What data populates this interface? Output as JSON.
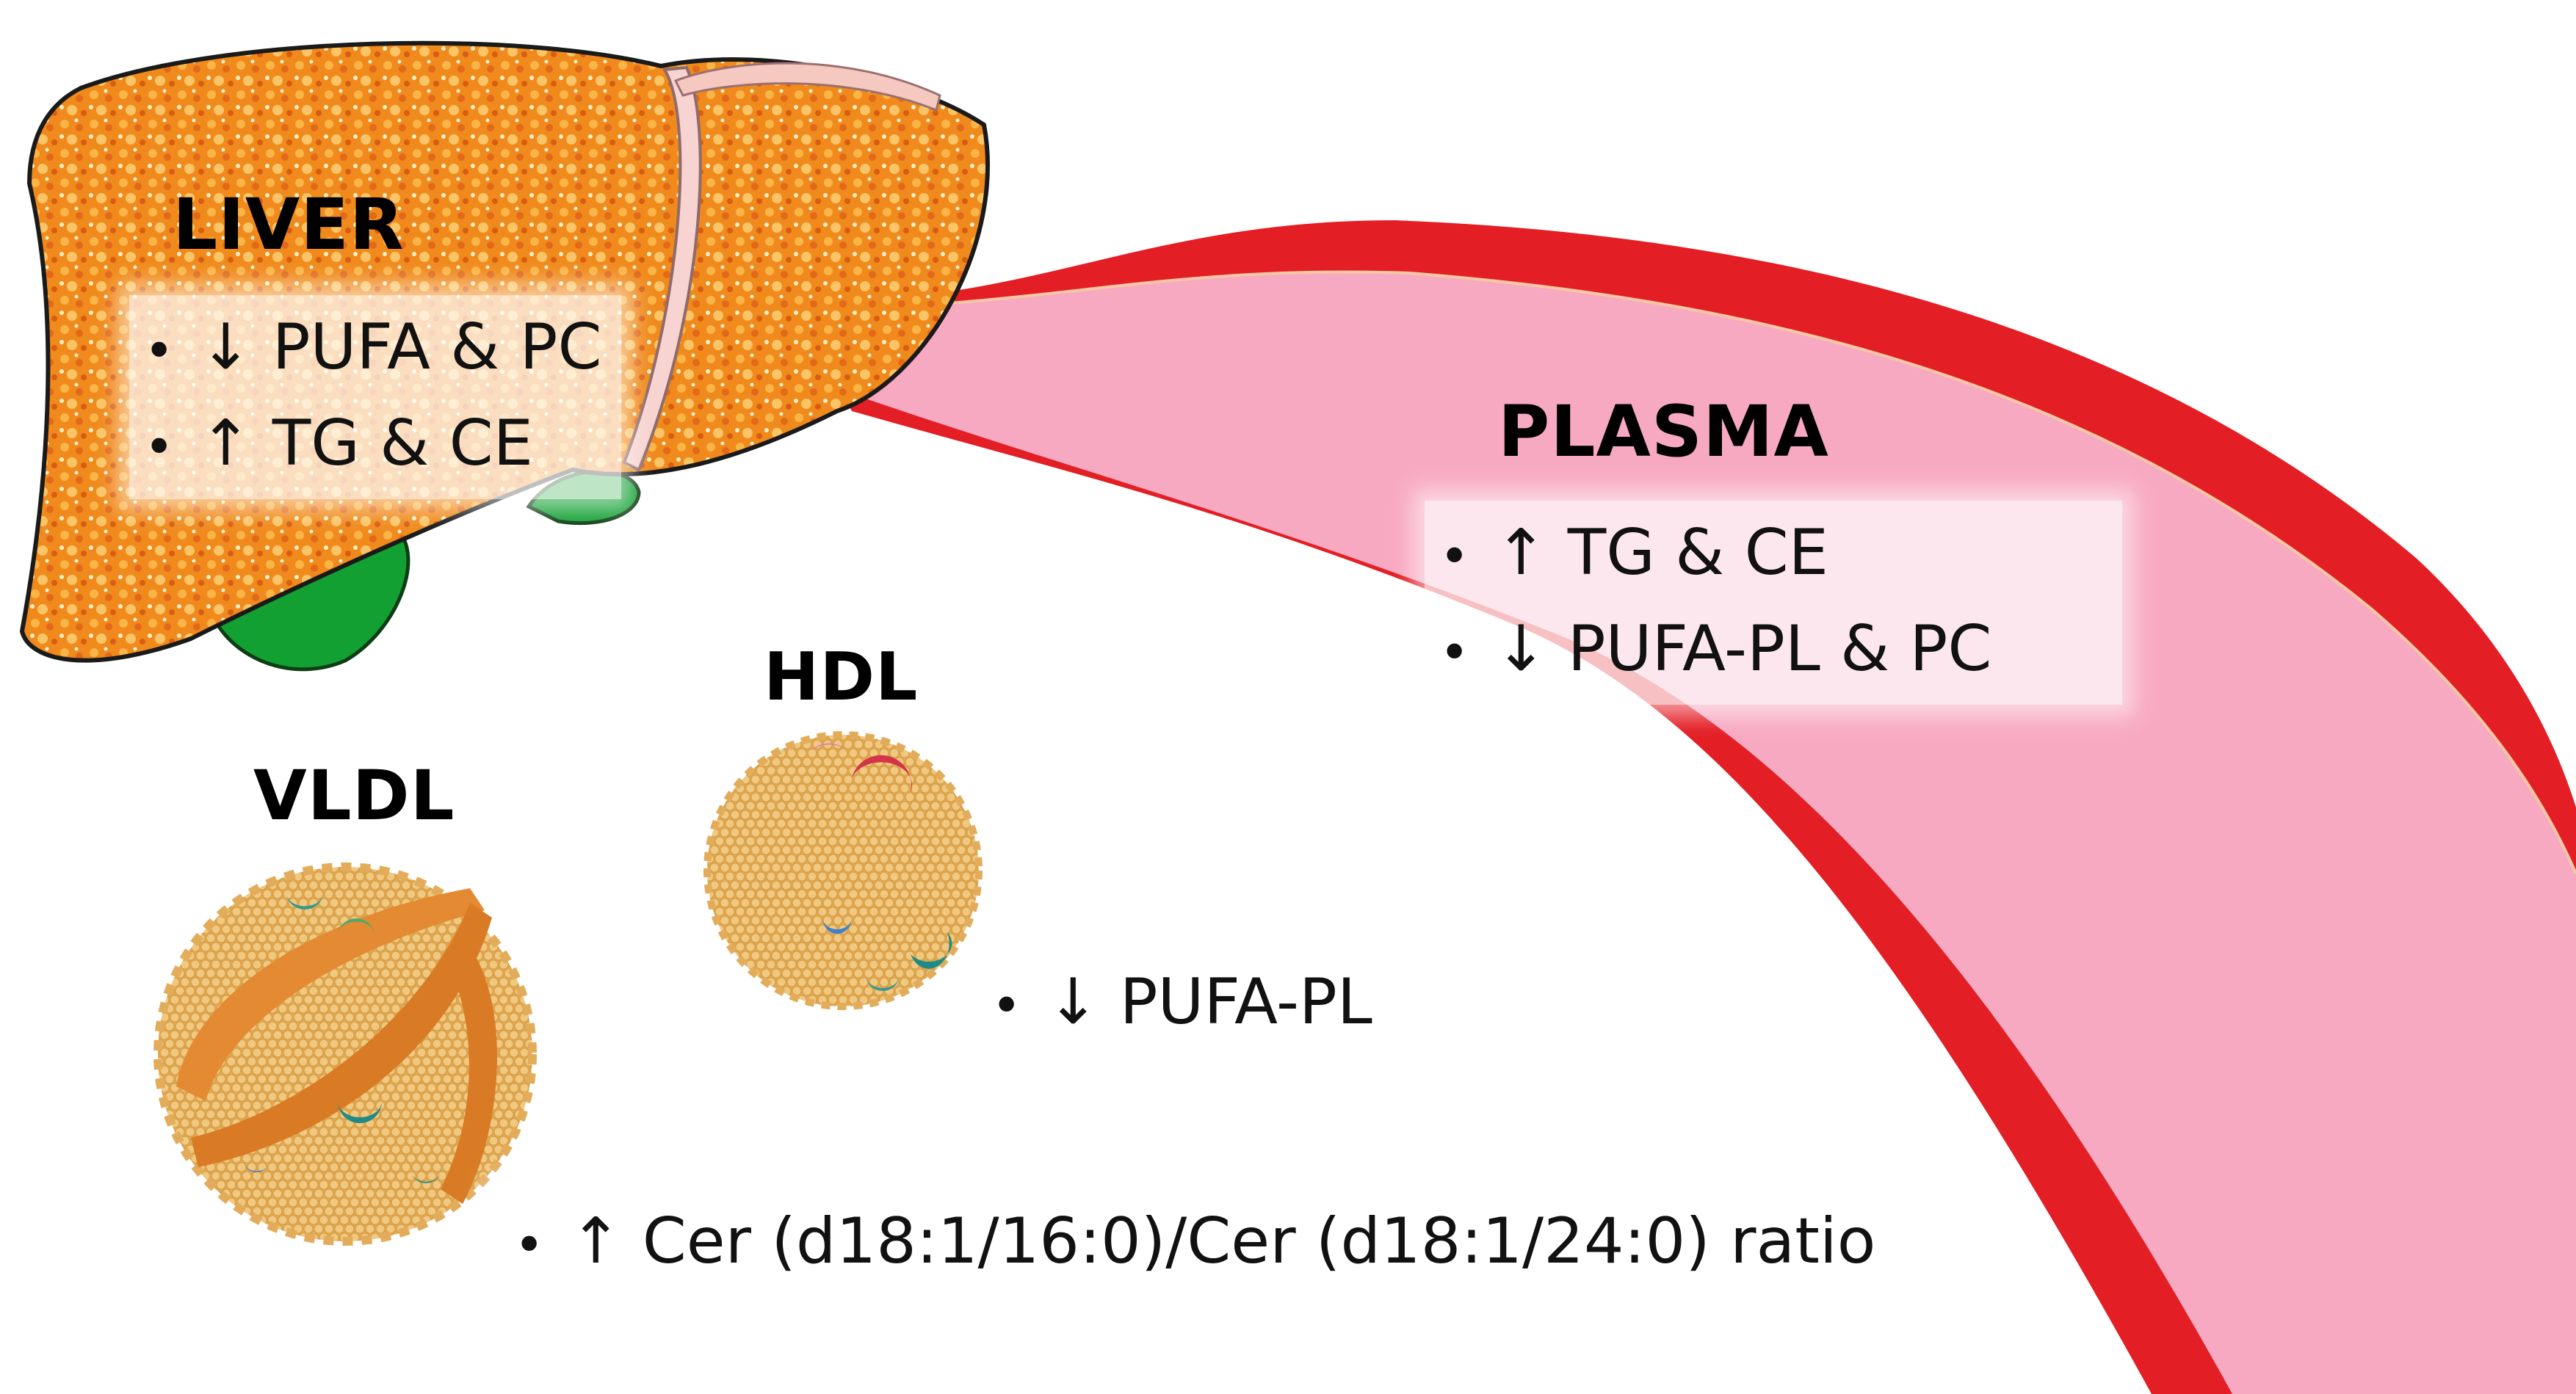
{
  "colors": {
    "liver_orange": "#f08a1c",
    "gallbladder_green": "#12a032",
    "vessel_wall_red": "#e31e25",
    "vessel_lumen_pink": "#f8a9c2",
    "lipoprotein_tan": "#e6b260"
  },
  "liver": {
    "title": "LIVER",
    "items": [
      "↓ PUFA & PC",
      "↑ TG & CE"
    ]
  },
  "plasma": {
    "title": "PLASMA",
    "items": [
      "↑ TG & CE",
      "↓ PUFA-PL & PC"
    ]
  },
  "hdl": {
    "title": "HDL",
    "items": [
      "↓ PUFA-PL"
    ]
  },
  "vldl": {
    "title": "VLDL",
    "items": [
      "↑ Cer (d18:1/16:0)/Cer (d18:1/24:0) ratio"
    ]
  }
}
